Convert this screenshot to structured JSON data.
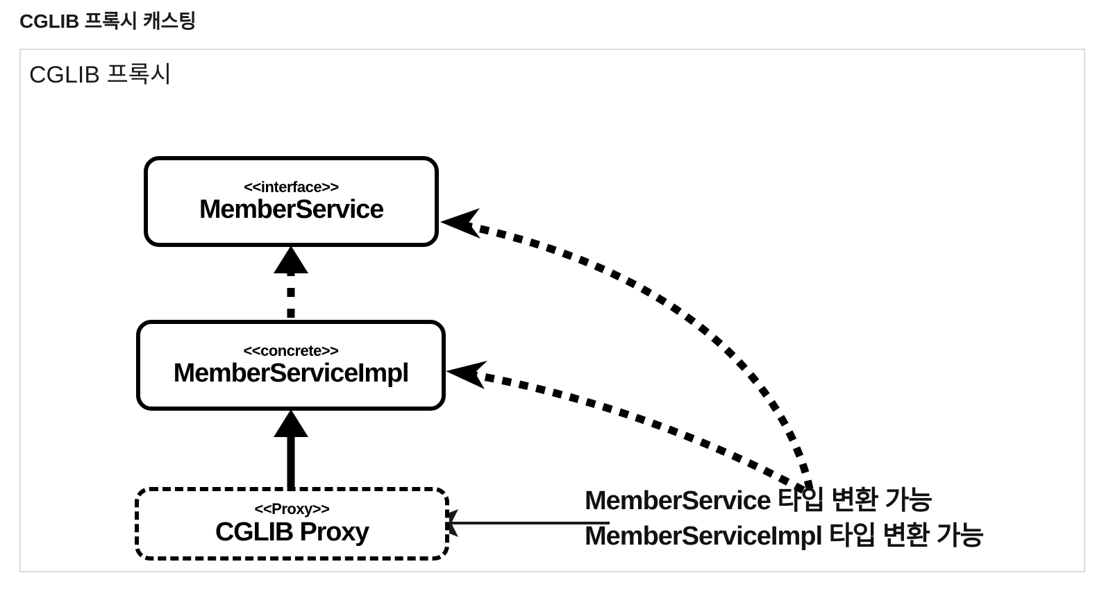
{
  "page": {
    "title": "CGLIB 프록시 캐스팅",
    "background_color": "#ffffff",
    "text_color": "#111111"
  },
  "diagram": {
    "heading": "CGLIB 프록시",
    "border_color": "#dcdcdc",
    "stroke_color": "#000000",
    "type": "uml-class-diagram",
    "nodes": [
      {
        "id": "member-service",
        "stereotype": "<<interface>>",
        "name": "MemberService",
        "border_style": "solid",
        "shape": "rounded-rectangle"
      },
      {
        "id": "member-service-impl",
        "stereotype": "<<concrete>>",
        "name": "MemberServiceImpl",
        "border_style": "solid",
        "shape": "rounded-rectangle"
      },
      {
        "id": "cglib-proxy",
        "stereotype": "<<Proxy>>",
        "name": "CGLIB Proxy",
        "border_style": "dashed",
        "shape": "rounded-rectangle"
      }
    ],
    "edges": [
      {
        "id": "impl-implements-interface",
        "from": "member-service-impl",
        "to": "member-service",
        "style": "dashed",
        "arrow": "solid-triangle",
        "direction": "up",
        "meaning": "implements"
      },
      {
        "id": "proxy-extends-impl",
        "from": "cglib-proxy",
        "to": "member-service-impl",
        "style": "solid",
        "arrow": "solid-triangle",
        "direction": "up",
        "meaning": "extends"
      },
      {
        "id": "cast-to-member-service",
        "from": "annotation-member-service",
        "to": "member-service",
        "style": "dotted",
        "arrow": "open",
        "direction": "curve-up-left",
        "meaning": "castable"
      },
      {
        "id": "cast-to-member-service-impl",
        "from": "annotation-member-service-impl",
        "to": "member-service-impl",
        "style": "dotted",
        "arrow": "open",
        "direction": "curve-up-left",
        "meaning": "castable"
      },
      {
        "id": "annotation-to-proxy",
        "from": "annotation-group",
        "to": "cglib-proxy",
        "style": "solid-thin",
        "arrow": "open",
        "direction": "left",
        "meaning": "refers-to"
      }
    ],
    "annotations": [
      {
        "id": "annotation-member-service",
        "text": "MemberService 타입 변환 가능"
      },
      {
        "id": "annotation-member-service-impl",
        "text": "MemberServiceImpl 타입 변환 가능"
      }
    ]
  }
}
